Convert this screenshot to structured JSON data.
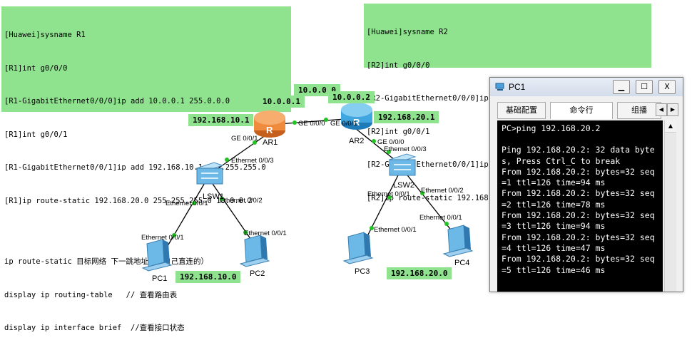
{
  "r1_config": {
    "lines": [
      "[Huawei]sysname R1",
      "[R1]int g0/0/0",
      "[R1-GigabitEthernet0/0/0]ip add 10.0.0.1 255.0.0.0",
      "[R1]int g0/0/1",
      "[R1-GigabitEthernet0/0/1]ip add 192.168.10.1 255.255.255.0",
      "[R1]ip route-static 192.168.20.0 255.255.255.0 10.0.0.2",
      "",
      "ip route-static 目标网络 下一跳地址（跟自己直连的）",
      "display ip routing-table   // 查看路由表",
      "display ip interface brief  //查看接口状态"
    ]
  },
  "r2_config": {
    "lines": [
      "[Huawei]sysname R2",
      "[R2]int g0/0/0",
      "[R2-GigabitEthernet0/0/0]ip add 192.168.20.1 255.255.255.0",
      "[R2]int g0/0/1",
      "[R2-GigabitEthernet0/0/1]ip add 10.0.0.2 255.255.255.0",
      "[R2]ip route-static 192.168.10.0 255.255.255.0 10.0.0.1"
    ]
  },
  "topology": {
    "net_label": "10.0.0.0",
    "r1_ip": "10.0.0.1",
    "r2_ip": "10.0.0.2",
    "lan1_gw": "192.168.10.1",
    "lan2_gw": "192.168.20.1",
    "lan1_net": "192.168.10.0",
    "lan2_net": "192.168.20.0",
    "devices": {
      "ar1": "AR1",
      "ar2": "AR2",
      "lsw1": "LSW1",
      "lsw2": "LSW2",
      "pc1": "PC1",
      "pc2": "PC2",
      "pc3": "PC3",
      "pc4": "PC4"
    },
    "ports": {
      "r1_ge000": "GE 0/0/0",
      "r2_ge001": "GE 0/0/1",
      "r1_ge001": "GE 0/0/1",
      "r2_ge000": "GE 0/0/0",
      "lsw1_e3": "Ethernet 0/0/3",
      "lsw1_e1": "Ethernet 0/0/1",
      "lsw1_e2": "Ethernet 0/0/2",
      "pc1_e1": "Ethernet 0/0/1",
      "pc2_e1": "Ethernet 0/0/1",
      "lsw2_e3": "Ethernet 0/0/3",
      "lsw2_e1": "Ethernet 0/0/1",
      "lsw2_e2": "Ethernet 0/0/2",
      "pc3_e1": "Ethernet 0/0/1",
      "pc4_e1": "Ethernet 0/0/1"
    }
  },
  "pc1_window": {
    "title": "PC1",
    "tabs": [
      "基础配置",
      "命令行",
      "组播"
    ],
    "active_tab": "命令行",
    "buttons": {
      "minimize": "▁",
      "maximize": "☐",
      "close": "X"
    },
    "console_lines": [
      "PC>ping 192.168.20.2",
      "",
      "Ping 192.168.20.2: 32 data bytes, Press Ctrl_C to break",
      "From 192.168.20.2: bytes=32 seq=1 ttl=126 time=94 ms",
      "From 192.168.20.2: bytes=32 seq=2 ttl=126 time=78 ms",
      "From 192.168.20.2: bytes=32 seq=3 ttl=126 time=94 ms",
      "From 192.168.20.2: bytes=32 seq=4 ttl=126 time=47 ms",
      "From 192.168.20.2: bytes=32 seq=5 ttl=126 time=46 ms"
    ]
  },
  "colors": {
    "note_bg": "#8fe38f",
    "router_r1": "#f08a3c",
    "router_r2": "#3fa6e0",
    "link_dot": "#22c322",
    "console_bg": "#000000"
  }
}
